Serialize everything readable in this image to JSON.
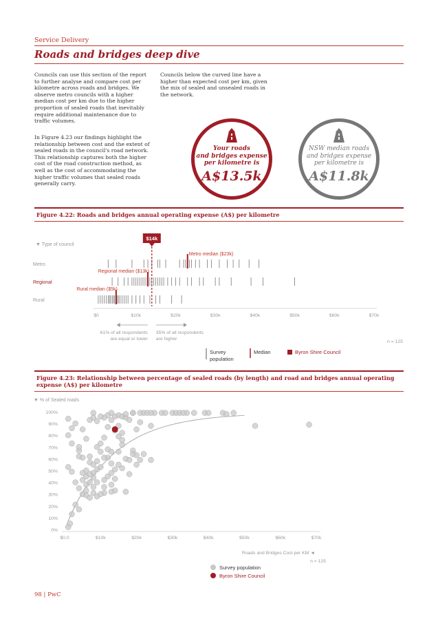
{
  "header": {
    "section": "Service Delivery",
    "title": "Roads and bridges deep dive"
  },
  "intro": {
    "col1_p1": [
      "Councils can use this section of the report",
      "to further analyse and compare cost per",
      "kilometre across roads and bridges. We",
      "observe metro councils with a higher",
      "median cost per km due to the higher",
      "proportion of sealed roads that inevitably",
      "require additional maintenance due to",
      "traffic volumes."
    ],
    "col1_p2": [
      "In Figure 4.23 our findings highlight the",
      "relationship between cost and the extent of",
      "sealed roads in the council's road network.",
      "This relationship captures both the higher",
      "cost of the road construction method, as",
      "well as the cost of accommodating the",
      "higher traffic volumes that sealed roads",
      "generally carry."
    ],
    "col2_p1": [
      "Councils below the curved line have a",
      "higher than expected cost per km, given",
      "the mix of sealed and unsealed roads in",
      "the network."
    ]
  },
  "kpi_your": {
    "icon": "road-icon",
    "caption": [
      "Your roads",
      "and bridges expense",
      "per kilometre is"
    ],
    "value": "A$13.5k",
    "color": "#a01d26"
  },
  "kpi_nsw": {
    "icon": "road-icon",
    "caption": [
      "NSW median roads",
      "and bridges expense",
      "per kilometre is"
    ],
    "value": "A$11.8k",
    "color": "#777777"
  },
  "fig22": {
    "title": "Figure 4.22: Roads and bridges annual operating expense (A$) per kilometre",
    "filter_label": "▼  Type of council",
    "marker_label": "$14k",
    "rows": [
      "Metro",
      "Regional",
      "Rural"
    ],
    "median_labels": [
      "Metro median ($23k)",
      "Regional median ($13k)",
      "Rural median ($5k)"
    ],
    "ticks": [
      "$0",
      "$10k",
      "$20k",
      "$30k",
      "$40k",
      "$50k",
      "$60k",
      "$70k"
    ],
    "left_note": [
      "61% of all respondents",
      "are equal or lower"
    ],
    "right_note": [
      "35% of all respondents",
      "are higher"
    ],
    "n_label": "n = 125",
    "legend": {
      "survey": [
        "Survey",
        "population"
      ],
      "median": "Median",
      "council": "Byron Shire Council"
    }
  },
  "fig23": {
    "title": [
      "Figure 4.23: Relationship between percentage of sealed roads (by length) and road and bridges annual operating",
      "expense (A$) per kilometre"
    ],
    "y_filter_label": "▼  % of Sealed roads",
    "x_filter_label": "Roads and Bridges Cost per KM ◄",
    "n_label": "n = 125",
    "legend": {
      "survey": "Survey population",
      "council": "Byron Shire Council"
    }
  },
  "chart_data": [
    {
      "type": "strip",
      "categories": [
        "Metro",
        "Regional",
        "Rural"
      ],
      "x_ticks": [
        "$0",
        "$10k",
        "$20k",
        "$30k",
        "$40k",
        "$50k",
        "$60k",
        "$70k"
      ],
      "xlim": [
        0,
        70
      ],
      "unit": "A$ thousands per km",
      "series": [
        {
          "name": "Metro",
          "median": 23,
          "values": [
            3,
            5,
            9,
            12,
            13,
            14,
            15.5,
            16,
            17.5,
            21,
            22,
            22.5,
            23,
            23.5,
            24,
            25,
            26,
            28,
            29,
            31,
            33,
            34.5,
            36,
            38.5,
            41
          ]
        },
        {
          "name": "Regional",
          "median": 13,
          "values": [
            4,
            5.5,
            7,
            8,
            9,
            9.5,
            10,
            10.5,
            11,
            11.5,
            12,
            12.5,
            13,
            13.5,
            14,
            14.5,
            15,
            15.5,
            16,
            16.5,
            17,
            18,
            19,
            20,
            21,
            23,
            24,
            26,
            27,
            30,
            31,
            34,
            39,
            42,
            50
          ]
        },
        {
          "name": "Rural",
          "median": 5,
          "values": [
            0.5,
            1,
            1.5,
            2,
            2.5,
            3,
            3.3,
            3.6,
            4,
            4.3,
            4.6,
            5,
            5.3,
            5.6,
            6,
            6.5,
            7,
            7.5,
            8,
            9,
            10,
            11,
            12,
            13.5,
            15,
            16,
            19,
            21.5
          ]
        }
      ],
      "highlight": {
        "name": "Byron Shire Council",
        "value": 14,
        "label": "$14k"
      },
      "percent_lower_or_equal": 61,
      "percent_higher": 35,
      "n": 125
    },
    {
      "type": "scatter",
      "xlabel": "Roads and Bridges Cost per KM",
      "ylabel": "% of Sealed roads",
      "xlim": [
        0,
        70
      ],
      "ylim": [
        0,
        100
      ],
      "x_ticks": [
        "$0.0",
        "$10k",
        "$20k",
        "$30k",
        "$40k",
        "$50k",
        "$60k",
        "$70k"
      ],
      "y_ticks": [
        "0%",
        "10%",
        "20%",
        "30%",
        "40%",
        "50%",
        "60%",
        "70%",
        "80%",
        "90%",
        "100%"
      ],
      "x_unit": "A$ thousands per km",
      "series": [
        {
          "name": "Survey population",
          "color": "#c8c8c8",
          "points": [
            [
              1,
              2
            ],
            [
              1.5,
              5
            ],
            [
              2,
              13
            ],
            [
              3,
              21
            ],
            [
              4,
              17
            ],
            [
              1,
              53
            ],
            [
              2,
              49
            ],
            [
              3,
              40
            ],
            [
              4,
              35
            ],
            [
              5,
              30
            ],
            [
              5,
              42
            ],
            [
              6,
              45
            ],
            [
              6,
              38
            ],
            [
              6,
              33
            ],
            [
              7,
              40
            ],
            [
              7,
              57
            ],
            [
              7,
              62
            ],
            [
              8,
              55
            ],
            [
              8,
              48
            ],
            [
              8,
              44
            ],
            [
              8,
              36
            ],
            [
              9,
              58
            ],
            [
              9,
              51
            ],
            [
              9,
              40
            ],
            [
              10,
              53
            ],
            [
              11,
              42
            ],
            [
              11,
              31
            ],
            [
              11,
              36
            ],
            [
              12,
              61
            ],
            [
              12,
              68
            ],
            [
              12,
              45
            ],
            [
              13,
              56
            ],
            [
              13,
              48
            ],
            [
              13,
              38
            ],
            [
              14,
              51
            ],
            [
              14,
              43
            ],
            [
              15,
              55
            ],
            [
              15,
              66
            ],
            [
              16,
              72
            ],
            [
              16,
              52
            ],
            [
              17,
              60
            ],
            [
              17,
              32
            ],
            [
              18,
              47
            ],
            [
              18,
              59
            ],
            [
              19,
              67
            ],
            [
              19,
              64
            ],
            [
              20,
              55
            ],
            [
              20,
              63
            ],
            [
              21,
              59
            ],
            [
              22,
              64
            ],
            [
              24,
              59
            ],
            [
              8,
              31
            ],
            [
              9,
              28
            ],
            [
              6,
              29
            ],
            [
              7,
              27
            ],
            [
              10,
              30
            ],
            [
              14,
              33
            ],
            [
              13,
              32
            ],
            [
              4,
              67
            ],
            [
              5,
              61
            ],
            [
              6,
              77
            ],
            [
              9,
              70
            ],
            [
              10,
              73
            ],
            [
              11,
              78
            ],
            [
              13,
              66
            ],
            [
              15,
              79
            ],
            [
              16,
              76
            ],
            [
              5,
              85
            ],
            [
              7,
              93
            ],
            [
              8,
              99
            ],
            [
              12,
              87
            ],
            [
              13,
              93
            ],
            [
              14,
              96
            ],
            [
              15,
              97
            ],
            [
              16,
              96
            ],
            [
              17,
              95
            ],
            [
              18,
              93
            ],
            [
              19,
              99
            ],
            [
              20,
              85
            ],
            [
              21,
              91
            ],
            [
              22,
              99
            ],
            [
              23,
              99
            ],
            [
              24,
              88
            ],
            [
              25,
              99
            ],
            [
              27,
              99
            ],
            [
              30,
              99
            ],
            [
              31,
              99
            ],
            [
              32,
              99
            ],
            [
              34,
              99
            ],
            [
              36,
              99
            ],
            [
              39,
              99
            ],
            [
              44,
              99
            ],
            [
              45,
              98
            ],
            [
              47,
              99
            ],
            [
              1,
              94
            ],
            [
              1,
              80
            ],
            [
              2,
              86
            ],
            [
              3,
              90
            ],
            [
              4,
              70
            ],
            [
              2,
              73
            ],
            [
              16,
              82
            ],
            [
              14,
              84
            ],
            [
              12,
              97
            ],
            [
              19,
              99
            ],
            [
              21,
              99
            ],
            [
              24,
              99
            ],
            [
              28,
              99
            ],
            [
              33,
              99
            ],
            [
              40,
              99
            ],
            [
              53,
              88
            ],
            [
              68,
              89
            ],
            [
              15,
              88
            ],
            [
              11,
              95
            ],
            [
              17,
              98
            ],
            [
              13,
              99
            ],
            [
              9,
              92
            ],
            [
              10,
              96
            ],
            [
              8,
              95
            ],
            [
              4,
              62
            ],
            [
              5,
              48
            ],
            [
              6,
              50
            ],
            [
              7,
              47
            ],
            [
              11,
              61
            ],
            [
              10,
              66
            ]
          ]
        },
        {
          "name": "Byron Shire Council",
          "color": "#a01d26",
          "points": [
            [
              14,
              85
            ]
          ]
        }
      ],
      "trend": "curved fit line rising from lower-left to upper-right",
      "n": 125
    }
  ],
  "footer": {
    "page": "98 | PwC"
  }
}
